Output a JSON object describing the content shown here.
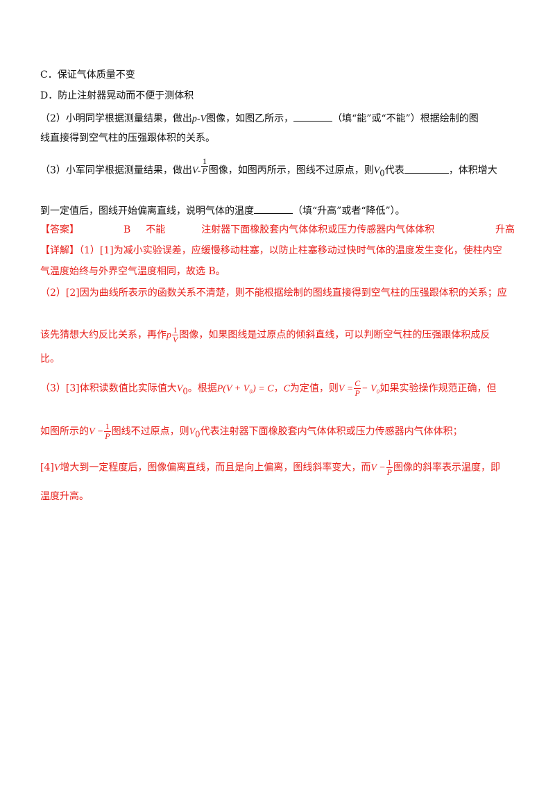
{
  "lines": {
    "option_c": "C．保证气体质量不变",
    "option_d": "D．防止注射器晃动而不便于测体积",
    "q2_a": "（2）小明同学根据测量结果，做出",
    "q2_pv": "p-V",
    "q2_b": "图像，如图乙所示，",
    "q2_c": "（填“能”或“不能”）根据绘制的图",
    "q2_d": "线直接得到空气柱的压强跟体积的关系。",
    "q3_a": "（3）小军同学根据测量结果，做出",
    "q3_v": "V-",
    "q3_frac_num": "1",
    "q3_frac_den": "P",
    "q3_b": "图像，如图丙所示，图线不过原点，则",
    "q3_v0": "V",
    "q3_v0_sub": "0",
    "q3_c": "代表",
    "q3_d": "，体积增大",
    "q3_e": "到一定值后，图线开始偏离直线，说明气体的温度",
    "q3_f": "（填“升高”或者“降低”）。"
  },
  "answer": {
    "tag": "【答案】",
    "a1": "B",
    "a2": "不能",
    "a3": "注射器下面橡胶套内气体体积或压力传感器内气体体积",
    "a4": "升高"
  },
  "detail": {
    "tag": "【详解】",
    "p1_a": "（1）[1]为减小实验误差，应缓慢移动柱塞，以防止柱塞移动过快时气体的温度发生变化，使柱内空",
    "p1_b": "气温度始终与外界空气温度相同，故选 B。",
    "p2_a": "（2）[2]因为曲线所表示的函数关系不清楚，则不能根据绘制的图线直接得到空气柱的压强跟体积的关系；应",
    "p2_b1": "该先猜想大约反比关系，再作",
    "p2_b_p": "p",
    "p2_b_frac_num": "1",
    "p2_b_frac_den": "V",
    "p2_b2": "图像，如果图线是过原点的倾斜直线，可以判断空气柱的压强跟体积成反",
    "p2_c": "比。",
    "p3_a1": "（3）[3]体积读数值比实际值大",
    "p3_v0": "V",
    "p3_v0_sub": "0",
    "p3_a2": "。根据",
    "p3_formula": "P(V + V₀) = C",
    "p3_a3": "，",
    "p3_c": "C",
    "p3_a4": "为定值，则",
    "p3_eq_lhs": "V =",
    "p3_eq_num": "C",
    "p3_eq_den": "P",
    "p3_eq_rhs": "− V₀",
    "p3_a5": "如果实验操作规范正确，但",
    "p3_b1": "如图所示的",
    "p3_b_v": "V −",
    "p3_b_frac_num": "1",
    "p3_b_frac_den": "P",
    "p3_b2": "图线不过原点，则",
    "p3_b_v0": "V",
    "p3_b_v0_sub": "0",
    "p3_b3": "代表注射器下面橡胶套内气体体积或压力传感器内气体体积；",
    "p4_a1": "[4]",
    "p4_v": "V",
    "p4_a2": "增大到一定程度后，图像偏离直线，而且是向上偏离，图线斜率变大，而",
    "p4_v2": "V −",
    "p4_frac_num": "1",
    "p4_frac_den": "P",
    "p4_a3": "图像的斜率表示温度，即",
    "p4_b": "温度升高。"
  }
}
